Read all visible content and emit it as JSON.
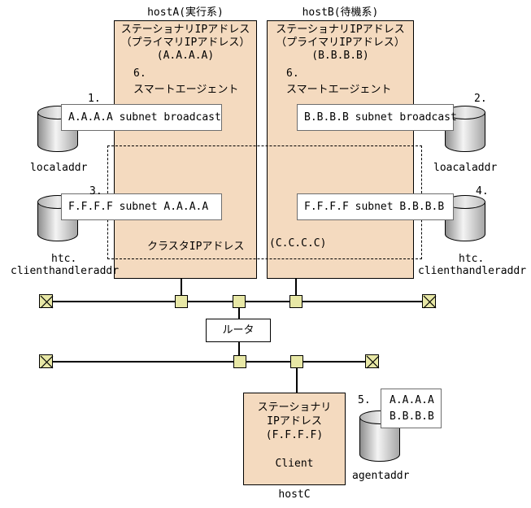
{
  "diagram": {
    "hostA": {
      "title": "hostA(実行系)",
      "stationary_line1": "ステーショナリIPアドレス",
      "stationary_line2": "（プライマリIPアドレス）",
      "stationary_line3": "(A.A.A.A)",
      "step_num": "6.",
      "agent_label": "スマートエージェント",
      "cluster_label": "クラスタIPアドレス"
    },
    "hostB": {
      "title": "hostB(待機系)",
      "stationary_line1": "ステーショナリIPアドレス",
      "stationary_line2": "（プライマリIPアドレス）",
      "stationary_line3": "(B.B.B.B)",
      "step_num": "6.",
      "agent_label": "スマートエージェント",
      "cluster_value": "(C.C.C.C)"
    },
    "hostC": {
      "label": "hostC",
      "line1": "ステーショナリ",
      "line2": "IPアドレス",
      "line3": "(F.F.F.F)",
      "client_label": "Client"
    },
    "router": {
      "label": "ルータ"
    },
    "address_boxes": {
      "hostA_broadcast": "A.A.A.A subnet broadcast",
      "hostB_broadcast": "B.B.B.B subnet broadcast",
      "hostA_handler": "F.F.F.F subnet A.A.A.A",
      "hostB_handler": "F.F.F.F subnet B.B.B.B",
      "agent_line1": "A.A.A.A",
      "agent_line2": "B.B.B.B"
    },
    "cylinders": {
      "c1": {
        "num": "1.",
        "label": "localaddr"
      },
      "c2": {
        "num": "2.",
        "label": "loacaladdr"
      },
      "c3": {
        "num": "3.",
        "label1": "htc.",
        "label2": "clienthandleraddr"
      },
      "c4": {
        "num": "4.",
        "label1": "htc.",
        "label2": "clienthandleraddr"
      },
      "c5": {
        "num": "5.",
        "label": "agentaddr"
      }
    },
    "colors": {
      "host_box_fill": "#f4dabf",
      "tap_fill": "#e8e8a6",
      "line": "#000000"
    }
  }
}
